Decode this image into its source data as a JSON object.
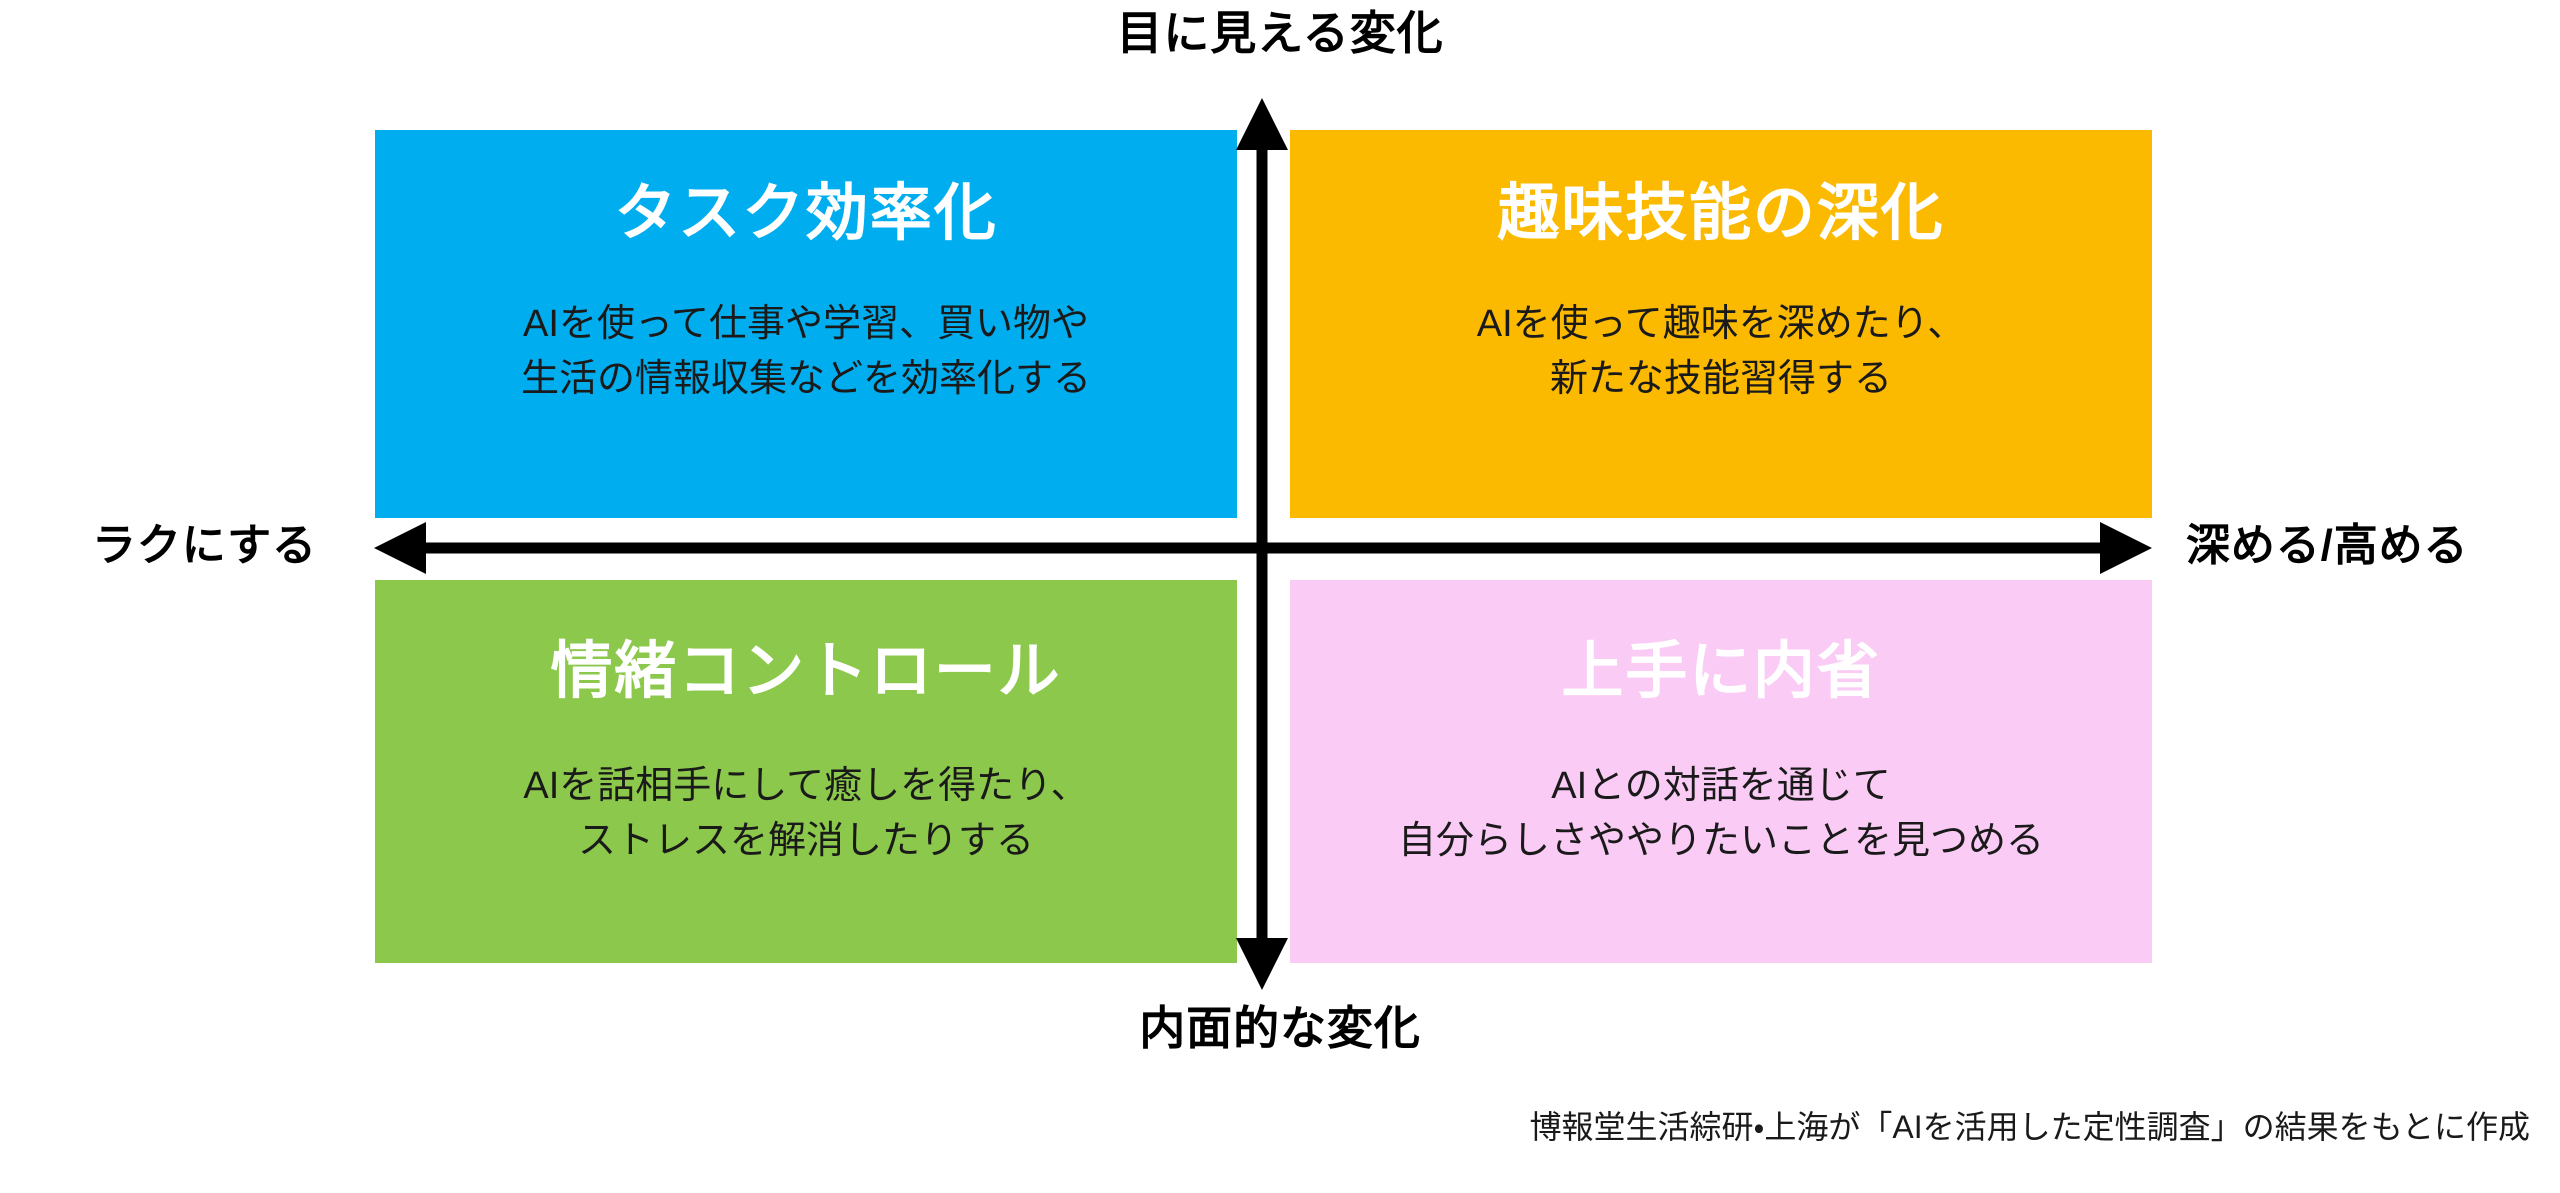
{
  "diagram": {
    "type": "2x2-matrix",
    "axes": {
      "vertical": {
        "top_label": "目に見える変化",
        "bottom_label": "内面的な変化"
      },
      "horizontal": {
        "left_label": "ラクにする",
        "right_label": "深める/高める"
      }
    },
    "quadrants": [
      {
        "position": "top-left",
        "title": "タスク効率化",
        "body": "AIを使って仕事や学習、買い物や\n生活の情報収集などを効率化する",
        "color": "#00AEEF"
      },
      {
        "position": "top-right",
        "title": "趣味技能の深化",
        "body": "AIを使って趣味を深めたり、\n新たな技能習得する",
        "color": "#FBB900"
      },
      {
        "position": "bottom-left",
        "title": "情緒コントロール",
        "body": "AIを話相手にして癒しを得たり、\nストレスを解消したりする",
        "color": "#8CC84B"
      },
      {
        "position": "bottom-right",
        "title": "上手に内省",
        "body": "AIとの対話を通じて\n自分らしさややりたいことを見つめる",
        "color": "#FACBF5"
      }
    ],
    "credit": "博報堂生活綜研・上海が「AIを活用した定性調査」の結果をもとに作成",
    "colors": {
      "axis": "#000000",
      "title_text": "#FFFFFF",
      "body_text": "#1A1A1A",
      "background": "#FFFFFF"
    }
  }
}
